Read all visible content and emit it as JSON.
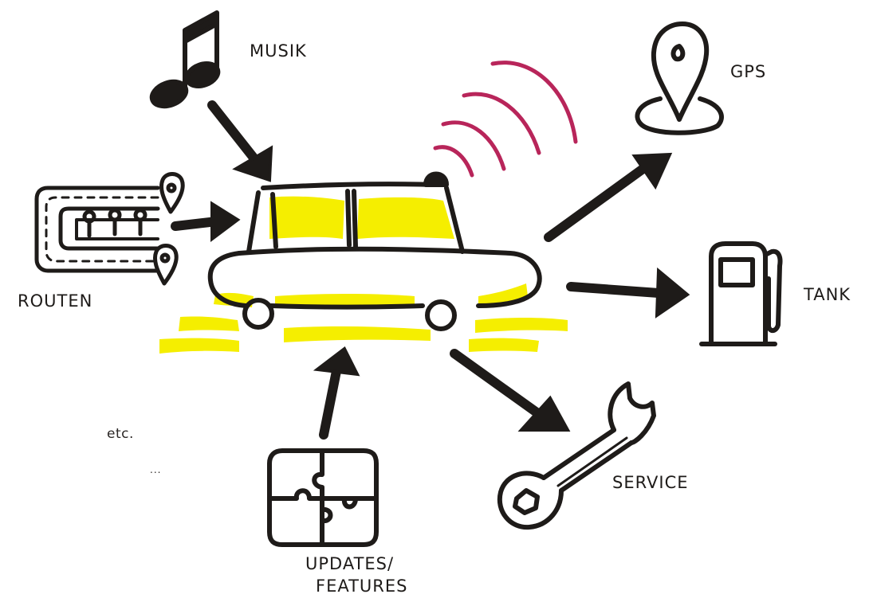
{
  "diagram": {
    "labels": {
      "musik": "MUSIK",
      "gps": "GPS",
      "routen": "ROUTEN",
      "tank": "TANK",
      "etc": "etc.",
      "ellipsis": "...",
      "service": "SERVICE",
      "updates_line1": "UPDATES/",
      "updates_line2": "FEATURES"
    },
    "colors": {
      "ink": "#1e1b19",
      "highlight": "#f5ee00",
      "signal": "#b8255a"
    },
    "icons": [
      "music-note-icon",
      "map-pin-icon",
      "route-map-icon",
      "fuel-pump-icon",
      "wrench-icon",
      "puzzle-icon",
      "car-icon",
      "signal-waves-icon"
    ]
  }
}
